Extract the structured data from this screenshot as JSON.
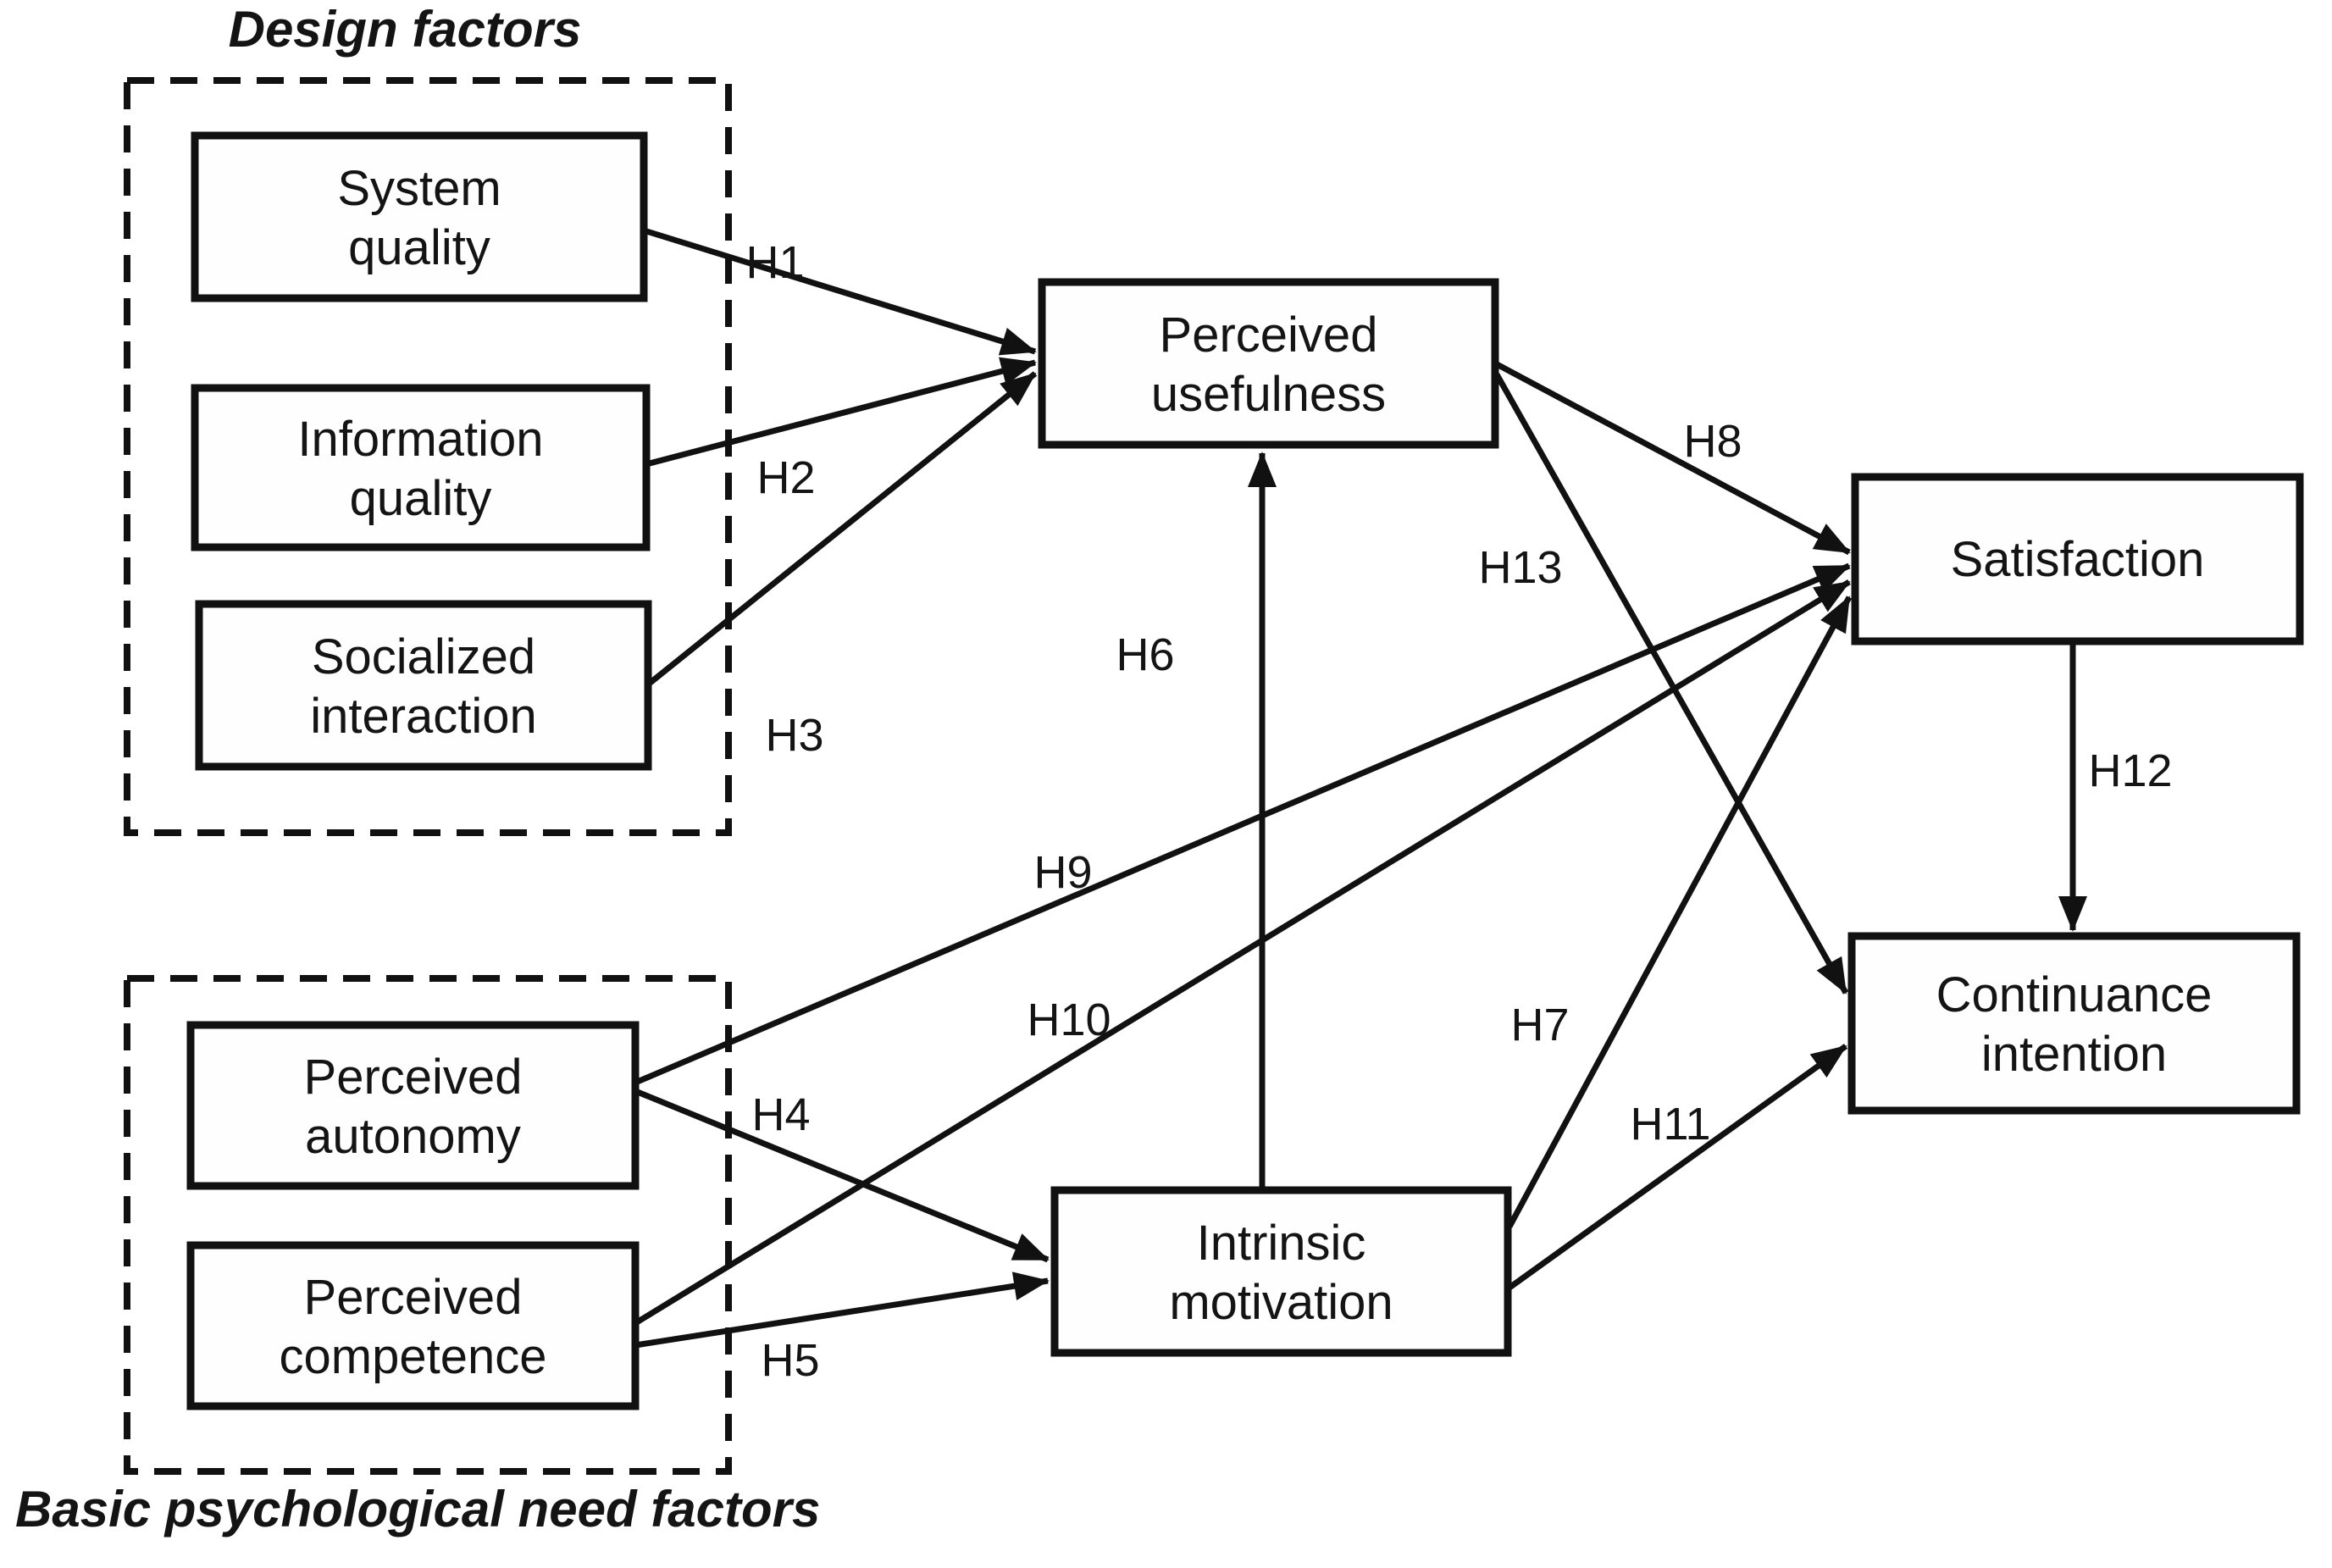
{
  "colors": {
    "ink": "#141414",
    "background": "#ffffff"
  },
  "groups": [
    {
      "id": "design-factors",
      "title": "Design factors"
    },
    {
      "id": "basic-psychological-need-factors",
      "title": "Basic psychological need factors"
    }
  ],
  "nodes": [
    {
      "id": "system-quality",
      "label": "System quality",
      "lines": [
        "System",
        "quality"
      ],
      "group": "design-factors"
    },
    {
      "id": "information-quality",
      "label": "Information quality",
      "lines": [
        "Information",
        "quality"
      ],
      "group": "design-factors"
    },
    {
      "id": "socialized-interaction",
      "label": "Socialized interaction",
      "lines": [
        "Socialized",
        "interaction"
      ],
      "group": "design-factors"
    },
    {
      "id": "perceived-usefulness",
      "label": "Perceived usefulness",
      "lines": [
        "Perceived",
        "usefulness"
      ],
      "group": null
    },
    {
      "id": "intrinsic-motivation",
      "label": "Intrinsic motivation",
      "lines": [
        "Intrinsic",
        "motivation"
      ],
      "group": null
    },
    {
      "id": "satisfaction",
      "label": "Satisfaction",
      "lines": [
        "Satisfaction"
      ],
      "group": null
    },
    {
      "id": "continuance-intention",
      "label": "Continuance intention",
      "lines": [
        "Continuance",
        "intention"
      ],
      "group": null
    },
    {
      "id": "perceived-autonomy",
      "label": "Perceived autonomy",
      "lines": [
        "Perceived",
        "autonomy"
      ],
      "group": "basic-psychological-need-factors"
    },
    {
      "id": "perceived-competence",
      "label": "Perceived competence",
      "lines": [
        "Perceived",
        "competence"
      ],
      "group": "basic-psychological-need-factors"
    }
  ],
  "edges": [
    {
      "label": "H1",
      "from": "system-quality",
      "to": "perceived-usefulness"
    },
    {
      "label": "H2",
      "from": "information-quality",
      "to": "perceived-usefulness"
    },
    {
      "label": "H3",
      "from": "socialized-interaction",
      "to": "perceived-usefulness"
    },
    {
      "label": "H4",
      "from": "perceived-autonomy",
      "to": "intrinsic-motivation"
    },
    {
      "label": "H5",
      "from": "perceived-competence",
      "to": "intrinsic-motivation"
    },
    {
      "label": "H6",
      "from": "intrinsic-motivation",
      "to": "perceived-usefulness"
    },
    {
      "label": "H7",
      "from": "intrinsic-motivation",
      "to": "satisfaction"
    },
    {
      "label": "H8",
      "from": "perceived-usefulness",
      "to": "satisfaction"
    },
    {
      "label": "H9",
      "from": "perceived-autonomy",
      "to": "satisfaction"
    },
    {
      "label": "H10",
      "from": "perceived-competence",
      "to": "satisfaction"
    },
    {
      "label": "H11",
      "from": "intrinsic-motivation",
      "to": "continuance-intention"
    },
    {
      "label": "H12",
      "from": "satisfaction",
      "to": "continuance-intention"
    },
    {
      "label": "H13",
      "from": "perceived-usefulness",
      "to": "continuance-intention"
    }
  ]
}
